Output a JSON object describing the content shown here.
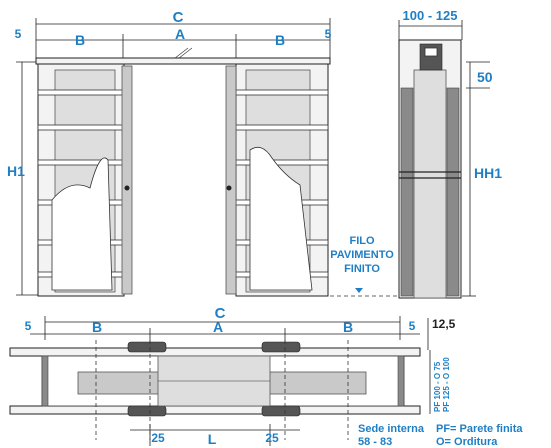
{
  "front_view": {
    "label_c": "C",
    "label_b_left": "B",
    "label_a": "A",
    "label_b_right": "B",
    "label_5_left": "5",
    "label_5_right": "5",
    "label_h1": "H1"
  },
  "side_view": {
    "label_width": "100 - 125",
    "label_50": "50",
    "label_hh1": "HH1",
    "floor_label_1": "FILO",
    "floor_label_2": "PAVIMENTO",
    "floor_label_3": "FINITO"
  },
  "plan_view": {
    "label_c": "C",
    "label_b_left": "B",
    "label_a": "A",
    "label_b_right": "B",
    "label_5_left": "5",
    "label_5_right": "5",
    "label_12_5": "12,5",
    "label_25_left": "25",
    "label_l": "L",
    "label_25_right": "25",
    "label_pf_100": "PF 100 - O 75",
    "label_pf_125": "PF 125 - O 100"
  },
  "legend": {
    "sede_interna": "Sede interna",
    "sede_range": "58 - 83",
    "pf_note": "PF= Parete finita",
    "o_note": "O= Orditura"
  },
  "colors": {
    "accent": "#1f7fc4",
    "line": "#222222",
    "panel": "#c9c9c9"
  }
}
